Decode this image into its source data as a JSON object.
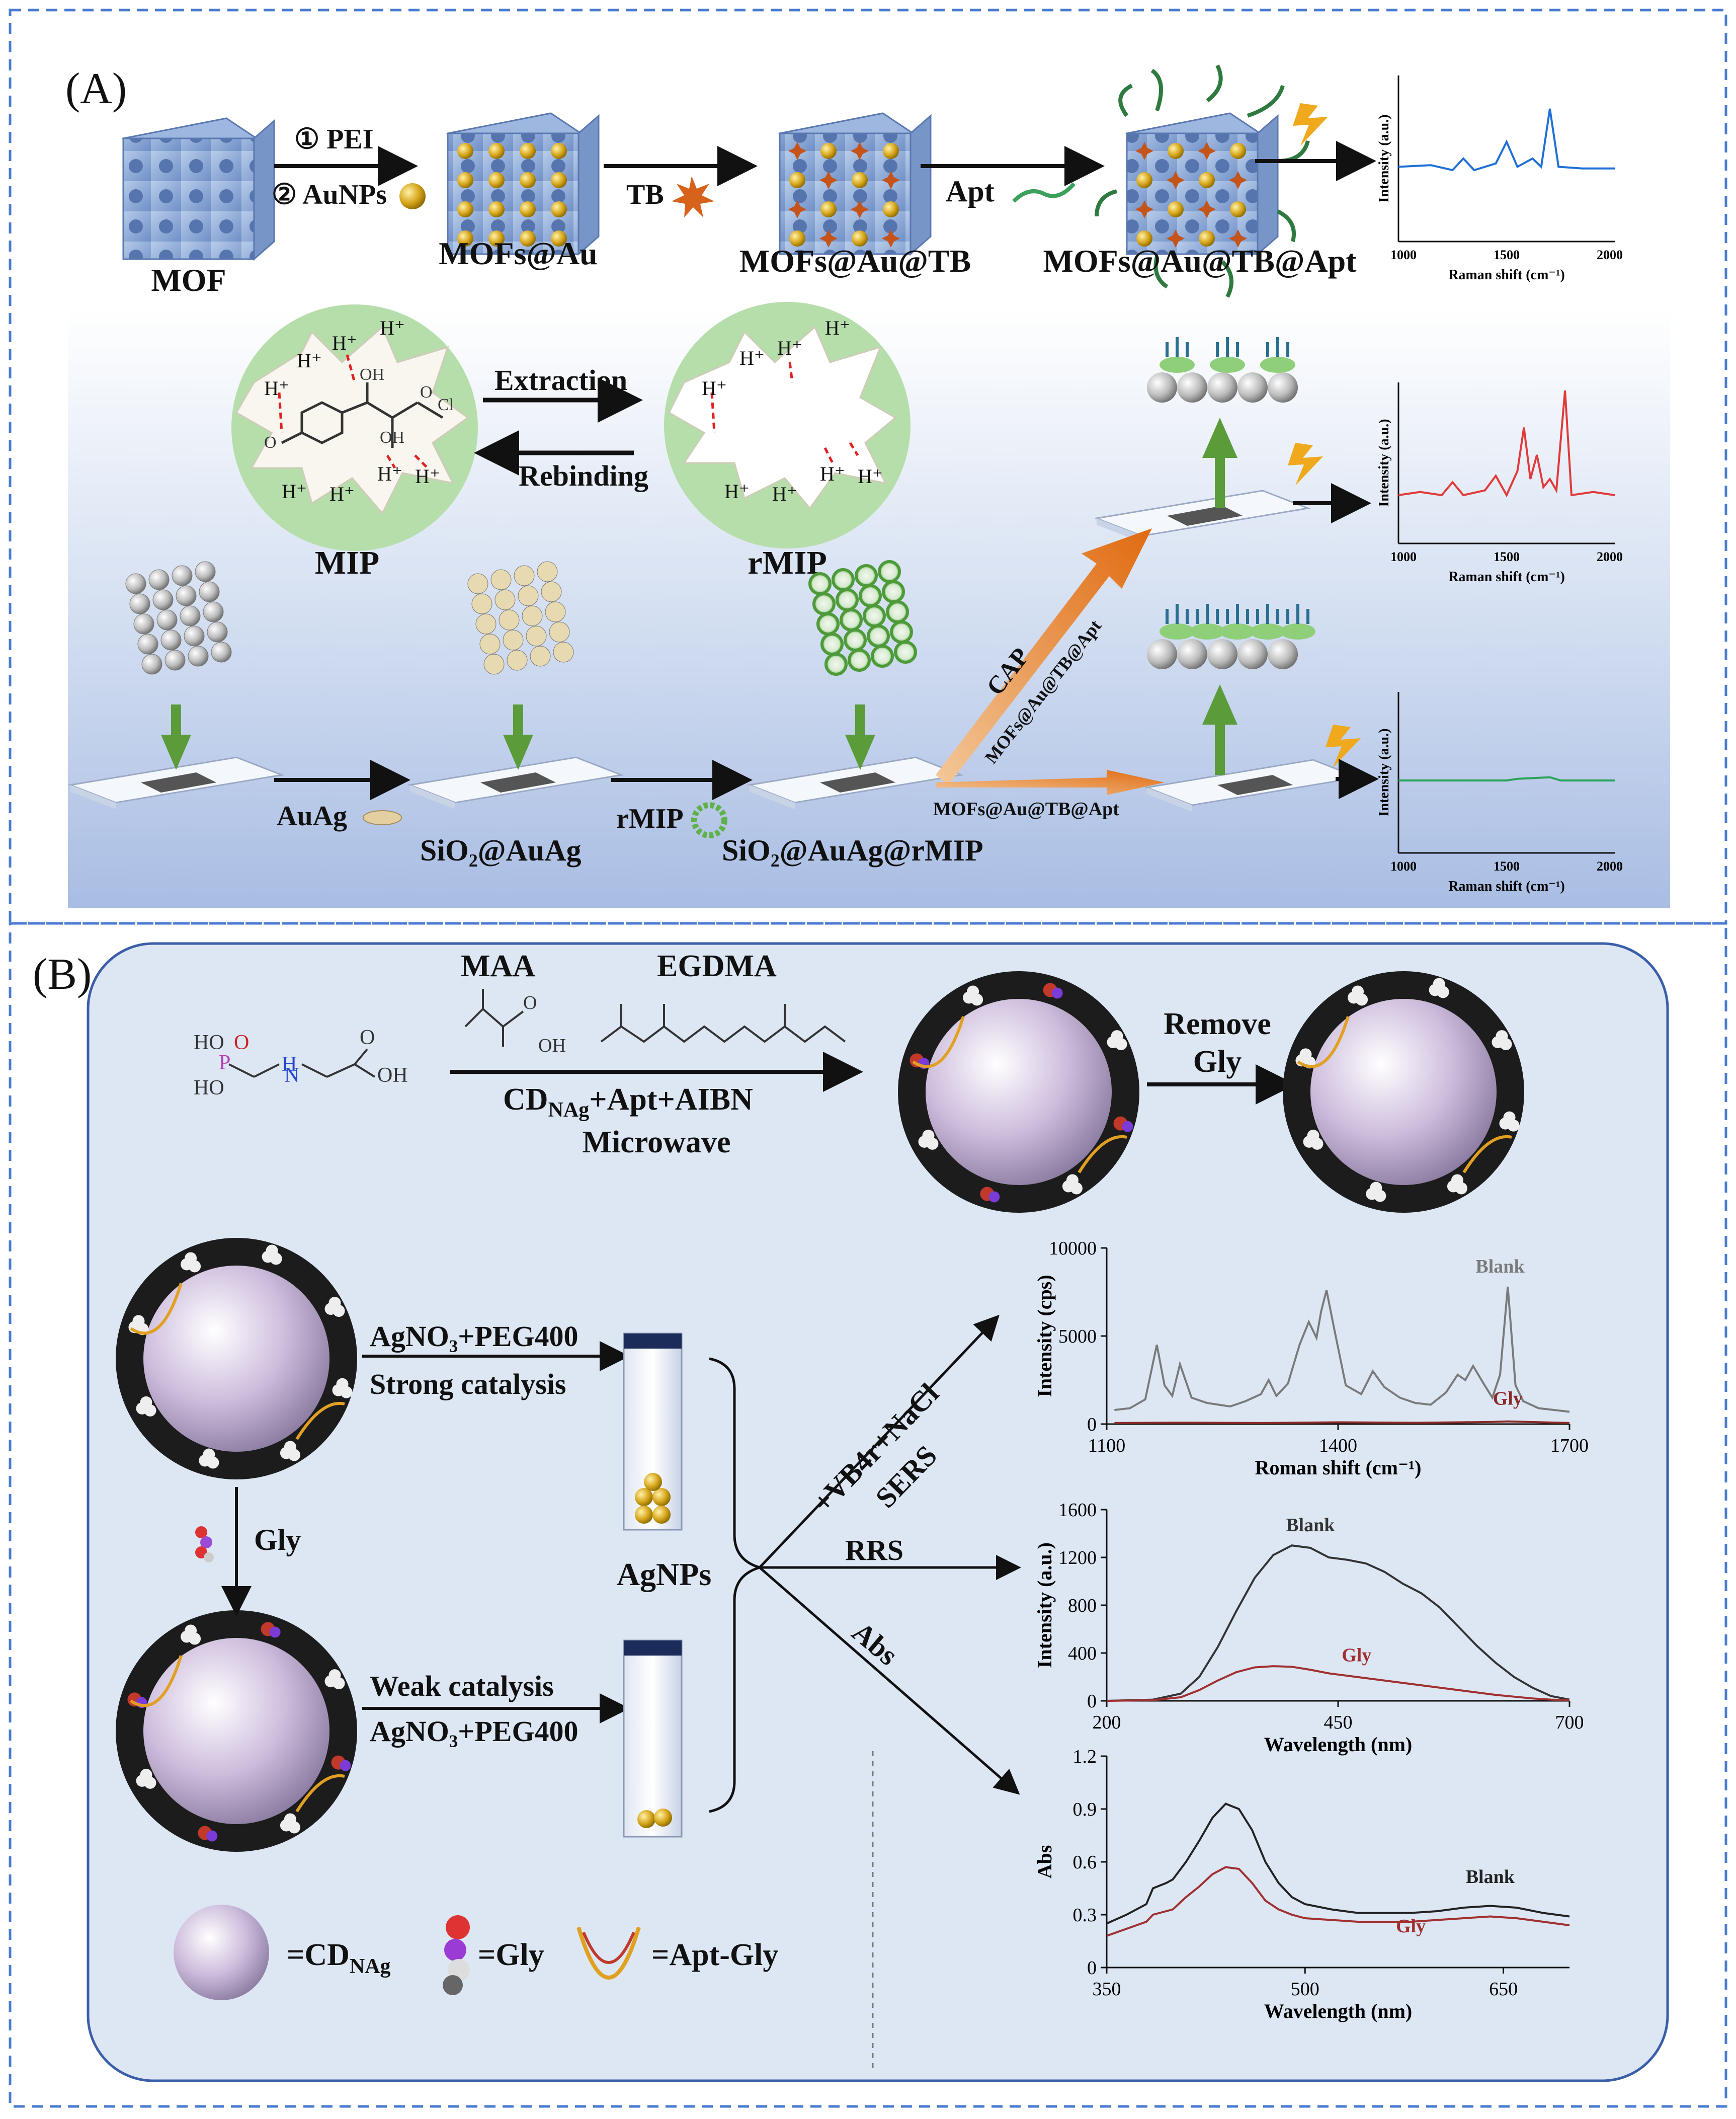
{
  "panel_a": {
    "label": "(A)",
    "steps": {
      "mof": "MOF",
      "step1": "① PEI",
      "step2": "② AuNPs",
      "mofs_au": "MOFs@Au",
      "tb": "TB",
      "mofs_au_tb": "MOFs@Au@TB",
      "apt": "Apt",
      "mofs_au_tb_apt": "MOFs@Au@TB@Apt"
    },
    "mip": {
      "extraction": "Extraction",
      "rebinding": "Rebinding",
      "mip_label": "MIP",
      "rmip_label": "rMIP",
      "h_plus": "H⁺"
    },
    "substrate": {
      "auag": "AuAg",
      "sio2_auag": "SiO₂@AuAg",
      "rmip": "rMIP",
      "sio2_auag_rmip": "SiO₂@AuAg@rMIP",
      "cap": "CAP",
      "mofs_au_tb_apt_1": "MOFs@Au@TB@Apt",
      "mofs_au_tb_apt_2": "MOFs@Au@TB@Apt"
    },
    "mini_charts": {
      "xlabel": "Raman shift (cm⁻¹)",
      "ylabel": "Intensity (a.u.)",
      "xticks": [
        "1000",
        "1500",
        "2000"
      ],
      "colors": [
        "#1f6fd6",
        "#e03a3a",
        "#2aa35a"
      ]
    }
  },
  "panel_b": {
    "label": "(B)",
    "reagents": {
      "maa": "MAA",
      "egdma": "EGDMA",
      "conditions_line1": "CD",
      "conditions_sub": "NAg",
      "conditions_rest": "+Apt+AIBN",
      "conditions_line2": "Microwave",
      "remove_1": "Remove",
      "remove_2": "Gly"
    },
    "catalysis": {
      "strong_reagent": "AgNO₃+PEG400",
      "strong_label": "Strong catalysis",
      "gly": "Gly",
      "weak_label": "Weak catalysis",
      "weak_reagent": "AgNO₃+PEG400",
      "agnps": "AgNPs",
      "vb4r": "+VB4r+NaCl",
      "sers": "SERS",
      "rrs": "RRS",
      "abs": "Abs"
    },
    "legend": {
      "cd_prefix": "=CD",
      "cd_sub": "NAg",
      "gly": "=Gly",
      "apt_gly": "=Apt-Gly"
    }
  },
  "chart_data": [
    {
      "type": "line",
      "title": "",
      "xlabel": "Roman shift (cm⁻¹)",
      "ylabel": "Intensity (cps)",
      "xlim": [
        1100,
        1700
      ],
      "ylim": [
        0,
        10000
      ],
      "xticks": [
        "1100",
        "1400",
        "1700"
      ],
      "yticks": [
        "0",
        "5000",
        "10000"
      ],
      "series": [
        {
          "name": "Blank",
          "color": "#7a7a7a",
          "x": [
            1110,
            1130,
            1150,
            1165,
            1175,
            1185,
            1195,
            1210,
            1230,
            1260,
            1280,
            1300,
            1310,
            1320,
            1335,
            1350,
            1362,
            1372,
            1378,
            1385,
            1395,
            1410,
            1430,
            1445,
            1460,
            1480,
            1500,
            1520,
            1540,
            1555,
            1565,
            1575,
            1590,
            1600,
            1610,
            1620,
            1630,
            1640,
            1660,
            1700
          ],
          "y": [
            800,
            900,
            1400,
            4500,
            2200,
            1600,
            3400,
            1500,
            1200,
            1000,
            1300,
            1700,
            2500,
            1600,
            2300,
            4500,
            5800,
            4900,
            6400,
            7600,
            5400,
            2200,
            1700,
            3000,
            2100,
            1500,
            1200,
            1100,
            1800,
            2800,
            2500,
            3300,
            2200,
            1500,
            2800,
            7800,
            2200,
            1300,
            900,
            700
          ]
        },
        {
          "name": "Gly",
          "color": "#8b2a2a",
          "x": [
            1110,
            1200,
            1300,
            1400,
            1500,
            1600,
            1620,
            1700
          ],
          "y": [
            60,
            80,
            60,
            100,
            70,
            120,
            150,
            60
          ]
        }
      ]
    },
    {
      "type": "line",
      "title": "",
      "xlabel": "Wavelength (nm)",
      "ylabel": "Intensity (a.u.)",
      "xlim": [
        200,
        700
      ],
      "ylim": [
        0,
        1600
      ],
      "xticks": [
        "200",
        "450",
        "700"
      ],
      "yticks": [
        "0",
        "400",
        "800",
        "1200",
        "1600"
      ],
      "series": [
        {
          "name": "Blank",
          "color": "#333333",
          "x": [
            200,
            250,
            280,
            300,
            320,
            340,
            360,
            380,
            400,
            420,
            440,
            460,
            480,
            500,
            520,
            540,
            560,
            580,
            600,
            620,
            640,
            660,
            680,
            700
          ],
          "y": [
            0,
            10,
            60,
            200,
            450,
            750,
            1030,
            1220,
            1300,
            1280,
            1200,
            1180,
            1150,
            1080,
            980,
            900,
            780,
            620,
            460,
            320,
            200,
            110,
            40,
            10
          ]
        },
        {
          "name": "Gly",
          "color": "#a03030",
          "x": [
            200,
            250,
            280,
            300,
            320,
            340,
            360,
            380,
            400,
            420,
            440,
            460,
            480,
            500,
            520,
            540,
            560,
            580,
            600,
            620,
            640,
            660,
            680,
            700
          ],
          "y": [
            0,
            5,
            30,
            90,
            170,
            240,
            280,
            290,
            285,
            260,
            230,
            210,
            190,
            170,
            150,
            130,
            110,
            90,
            70,
            50,
            35,
            20,
            10,
            5
          ]
        }
      ]
    },
    {
      "type": "line",
      "title": "",
      "xlabel": "Wavelength (nm)",
      "ylabel": "Abs",
      "xlim": [
        350,
        700
      ],
      "ylim": [
        0,
        1.2
      ],
      "xticks": [
        "350",
        "500",
        "650"
      ],
      "yticks": [
        "0",
        "0.3",
        "0.6",
        "0.9",
        "1.2"
      ],
      "series": [
        {
          "name": "Blank",
          "color": "#222222",
          "x": [
            350,
            365,
            380,
            385,
            395,
            400,
            410,
            420,
            430,
            440,
            450,
            460,
            470,
            480,
            490,
            500,
            520,
            540,
            560,
            580,
            600,
            620,
            640,
            660,
            680,
            700
          ],
          "y": [
            0.25,
            0.3,
            0.36,
            0.45,
            0.48,
            0.5,
            0.6,
            0.72,
            0.85,
            0.93,
            0.9,
            0.78,
            0.6,
            0.48,
            0.4,
            0.36,
            0.33,
            0.31,
            0.31,
            0.31,
            0.32,
            0.34,
            0.35,
            0.34,
            0.31,
            0.29
          ]
        },
        {
          "name": "Gly",
          "color": "#a03030",
          "x": [
            350,
            365,
            380,
            385,
            395,
            400,
            410,
            420,
            430,
            440,
            450,
            460,
            470,
            480,
            490,
            500,
            520,
            540,
            560,
            580,
            600,
            620,
            640,
            660,
            680,
            700
          ],
          "y": [
            0.18,
            0.22,
            0.26,
            0.3,
            0.32,
            0.33,
            0.4,
            0.46,
            0.53,
            0.57,
            0.56,
            0.48,
            0.38,
            0.33,
            0.3,
            0.28,
            0.27,
            0.26,
            0.26,
            0.26,
            0.27,
            0.28,
            0.29,
            0.28,
            0.26,
            0.24
          ]
        }
      ]
    }
  ]
}
